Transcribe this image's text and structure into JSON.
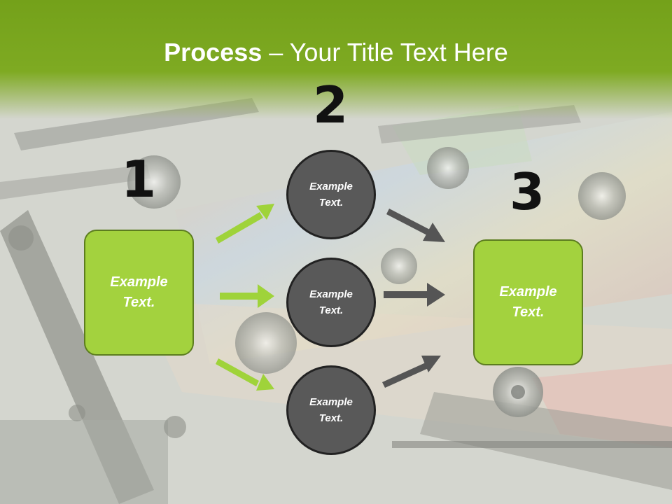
{
  "title": {
    "bold": "Process",
    "rest": " – Your Title Text Here"
  },
  "steps": {
    "one": "1",
    "two": "2",
    "three": "3"
  },
  "boxes": {
    "left": [
      "Example",
      "Text."
    ],
    "right": [
      "Example",
      "Text."
    ]
  },
  "circles": {
    "top": [
      "Example",
      "Text."
    ],
    "middle": [
      "Example",
      "Text."
    ],
    "bottom": [
      "Example",
      "Text."
    ]
  },
  "colors": {
    "header": "#7aa61f",
    "box_fill": "#a3d23e",
    "circle_fill": "#595959",
    "green_arrow": "#9fd33a",
    "gray_arrow": "#555555"
  }
}
